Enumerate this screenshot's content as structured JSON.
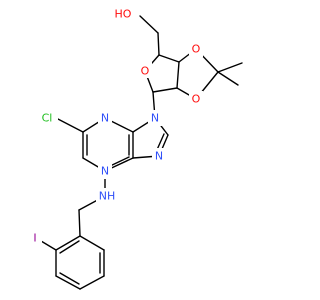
{
  "structure": {
    "atoms": {
      "hydroxyl": {
        "text": "HO",
        "color": "#ff0d0d"
      },
      "ring_oxygen_furanose": {
        "text": "O",
        "color": "#ff0d0d"
      },
      "ring_oxygen_upper": {
        "text": "O",
        "color": "#ff0d0d"
      },
      "ring_oxygen_lower": {
        "text": "O",
        "color": "#ff0d0d"
      },
      "chlorine": {
        "text": "Cl",
        "color": "#1fbf1f"
      },
      "nitrogen_n3": {
        "text": "N",
        "color": "#3050f8"
      },
      "nitrogen_n9": {
        "text": "N",
        "color": "#3050f8"
      },
      "nitrogen_n1": {
        "text": "N",
        "color": "#3050f8"
      },
      "nitrogen_n7": {
        "text": "N",
        "color": "#3050f8"
      },
      "amine_nh": {
        "text": "NH",
        "color": "#3050f8"
      },
      "iodine": {
        "text": "I",
        "color": "#940094"
      }
    }
  }
}
